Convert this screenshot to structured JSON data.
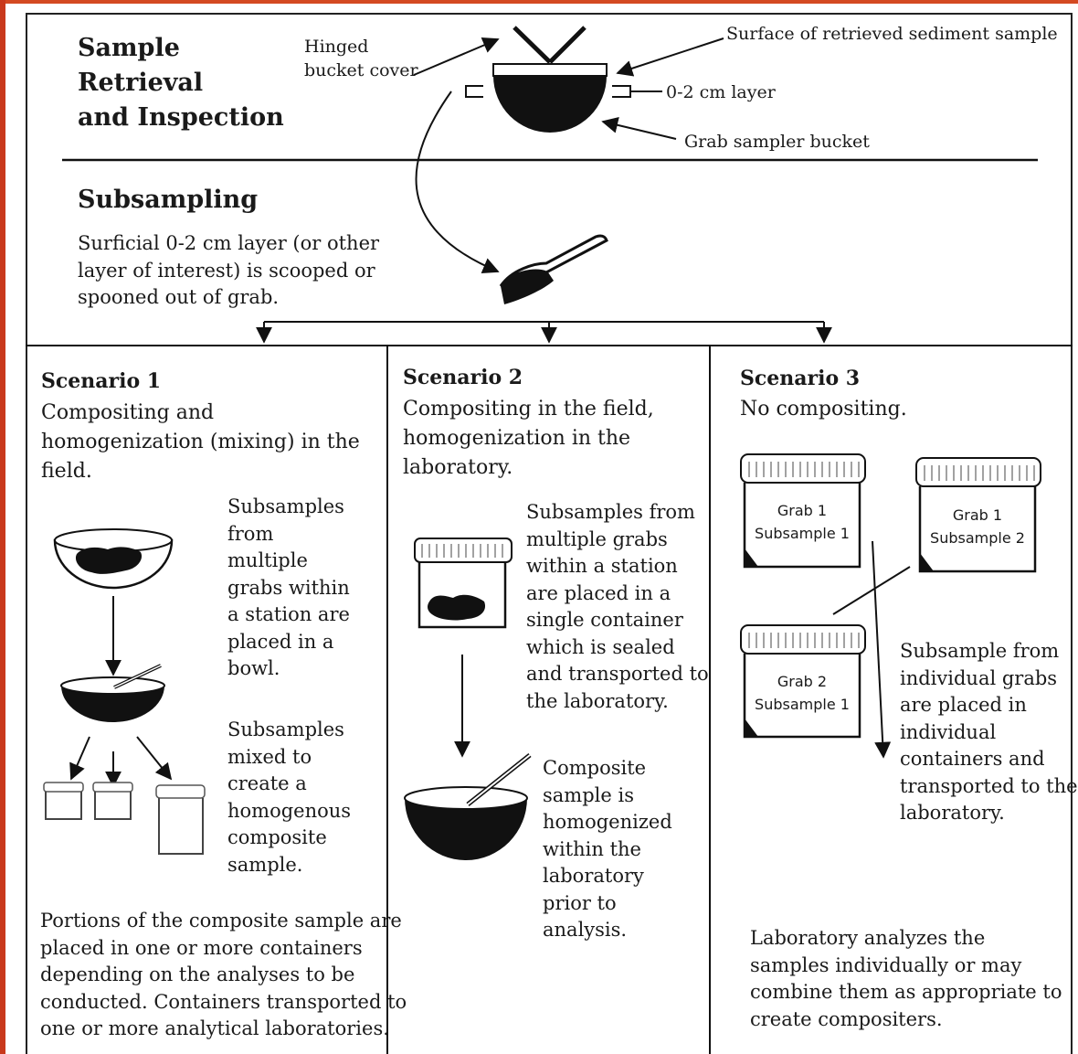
{
  "header": {
    "title_lines": [
      "Sample",
      "Retrieval",
      "and Inspection"
    ],
    "hinged_lines": [
      "Hinged",
      "bucket cover"
    ],
    "surface_label": "Surface of retrieved sediment sample",
    "layer_label": "0-2 cm layer",
    "bucket_label": "Grab sampler bucket"
  },
  "subsampling": {
    "title": "Subsampling",
    "desc_lines": [
      "Surficial 0-2 cm layer (or other",
      "layer of interest) is scooped or",
      "spooned out of grab."
    ]
  },
  "scenario1": {
    "title": "Scenario 1",
    "desc_lines": [
      "Compositing and",
      "homogenization (mixing) in the",
      "field."
    ],
    "side1_lines": [
      "Subsamples",
      "from",
      "multiple",
      "grabs within",
      "a station are",
      "placed in a",
      "bowl."
    ],
    "side2_lines": [
      "Subsamples",
      "mixed to",
      "create a",
      "homogenous",
      "composite",
      "sample."
    ],
    "footer_lines": [
      "Portions of the composite sample are",
      "placed in one or more containers",
      "depending on the analyses to be",
      "conducted. Containers transported to",
      "one or more analytical laboratories."
    ]
  },
  "scenario2": {
    "title": "Scenario 2",
    "desc_lines": [
      "Compositing in the field,",
      "homogenization in the",
      "laboratory."
    ],
    "side1_lines": [
      "Subsamples from",
      "multiple grabs",
      "within a station",
      "are placed in a",
      "single container",
      "which is sealed",
      "and transported to",
      "the laboratory."
    ],
    "side2_lines": [
      "Composite",
      "sample is",
      "homogenized",
      "within the",
      "laboratory",
      "prior to",
      "analysis."
    ]
  },
  "scenario3": {
    "title": "Scenario 3",
    "desc": "No compositing.",
    "jar1_lines": [
      "Grab 1",
      "Subsample 1"
    ],
    "jar2_lines": [
      "Grab 1",
      "Subsample 2"
    ],
    "jar3_lines": [
      "Grab 2",
      "Subsample 1"
    ],
    "side_lines": [
      "Subsample from",
      "individual grabs",
      "are placed in",
      "individual",
      "containers and",
      "transported to the",
      "laboratory."
    ],
    "footer_lines": [
      "Laboratory analyzes the",
      "samples individually or may",
      "combine them as appropriate to",
      "create compositers."
    ]
  },
  "colors": {
    "ink": "#1a1a1a",
    "accent_edge": "#c9391c",
    "background": "#ffffff"
  }
}
